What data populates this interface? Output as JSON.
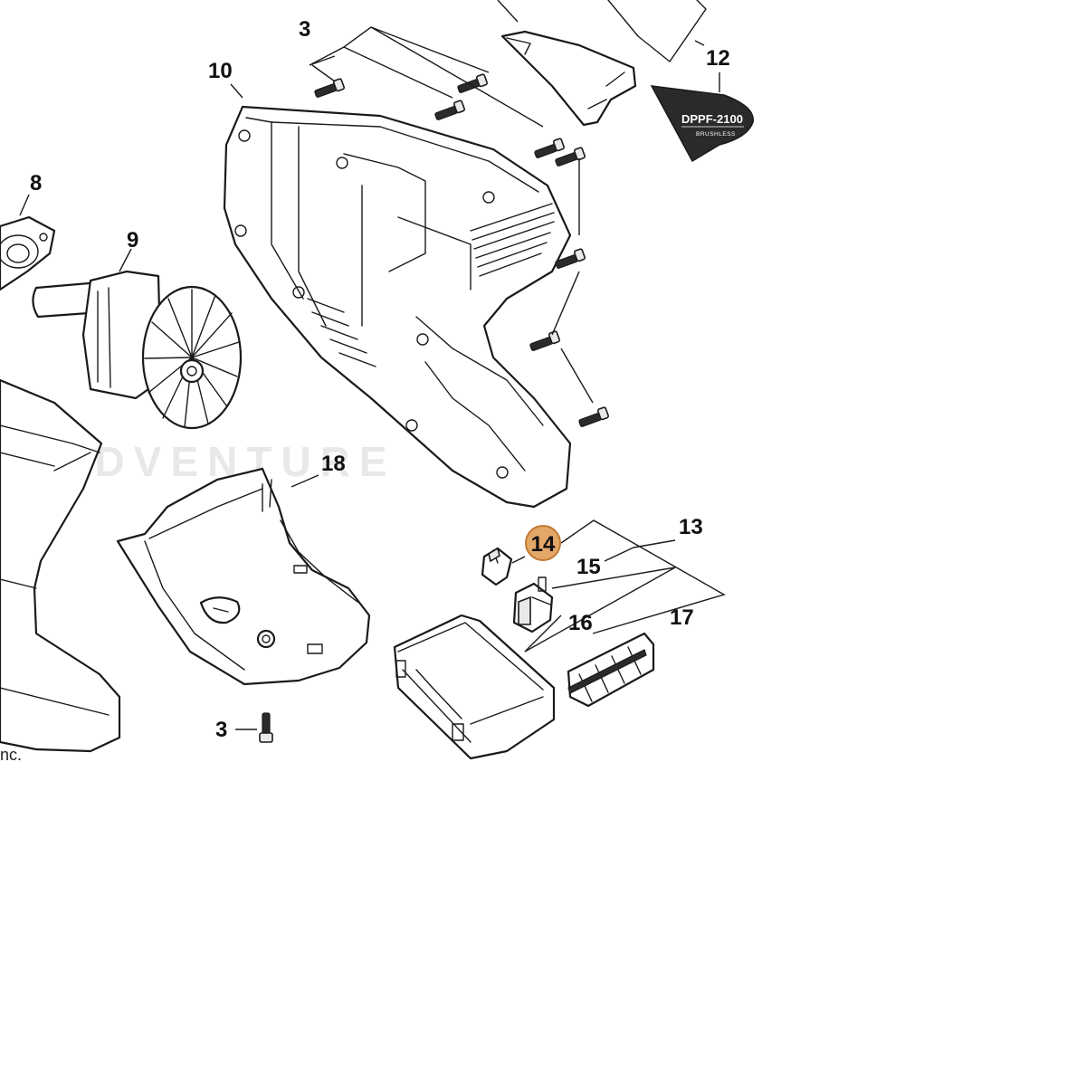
{
  "diagram": {
    "watermark": "LANDVENTURE",
    "corner_text": "nc.",
    "highlight_color": "#e3a768",
    "highlight_stroke": "#c07a33",
    "highlight_text_color": "#5a3410",
    "callouts": {
      "c3_top": "3",
      "c3_bottom": "3",
      "c8": "8",
      "c9": "9",
      "c10": "10",
      "c12": "12",
      "c13": "13",
      "c14": "14",
      "c15": "15",
      "c16": "16",
      "c17": "17",
      "c18": "18"
    },
    "badge": {
      "model": "DPPF-2100",
      "subtitle": "BRUSHLESS"
    }
  }
}
